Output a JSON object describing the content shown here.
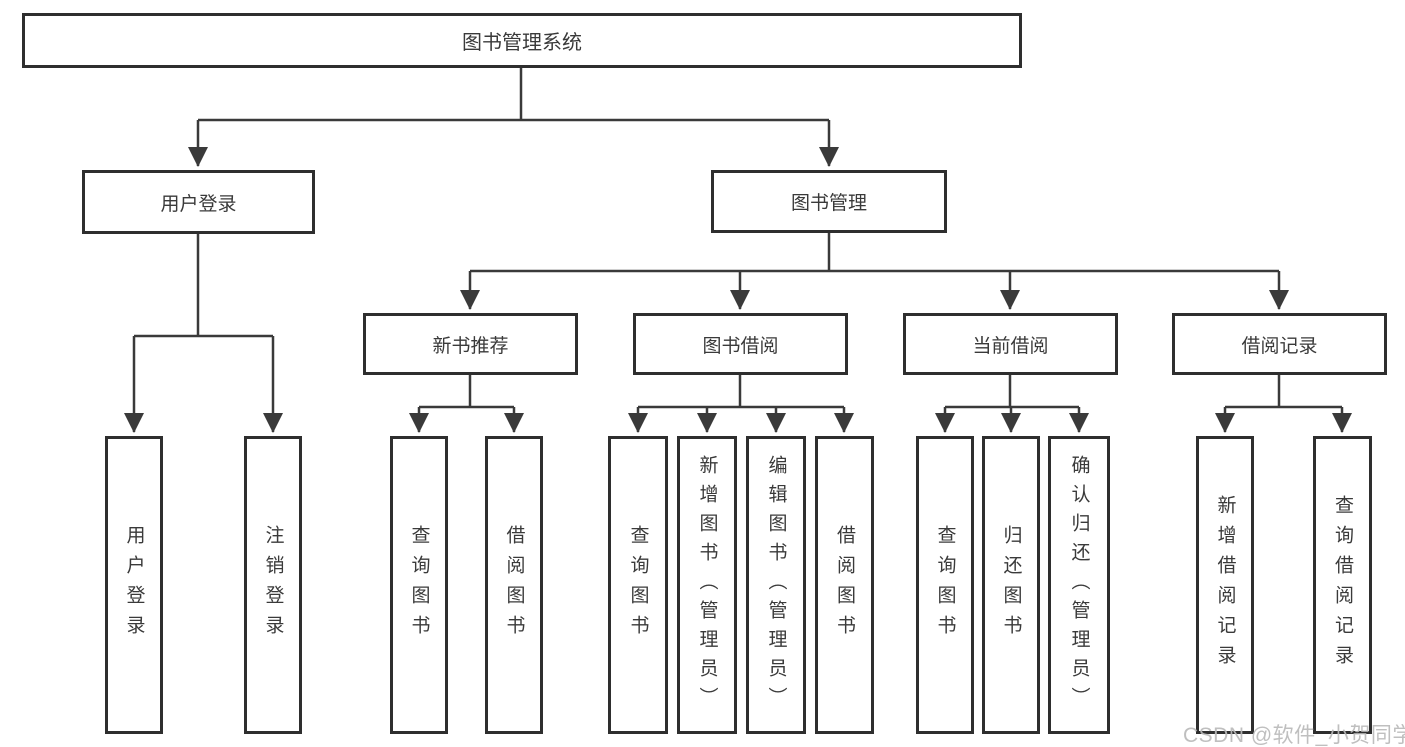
{
  "diagram": {
    "title": "图书管理系统",
    "watermark": "CSDN @软件_小贺同学",
    "colors": {
      "background": "#ffffff",
      "box_fill": "#ffffff",
      "box_border": "#2e2e2e",
      "line": "#3a3a3a",
      "text": "#3a3a3a",
      "watermark": "#bababa"
    },
    "tree": {
      "root": {
        "label": "图书管理系统",
        "children": [
          {
            "label": "用户登录",
            "children": [
              {
                "label": "用户登录"
              },
              {
                "label": "注销登录"
              }
            ]
          },
          {
            "label": "图书管理",
            "children": [
              {
                "label": "新书推荐",
                "children": [
                  {
                    "label": "查询图书"
                  },
                  {
                    "label": "借阅图书"
                  }
                ]
              },
              {
                "label": "图书借阅",
                "children": [
                  {
                    "label": "查询图书"
                  },
                  {
                    "label": "新增图书（管理员）"
                  },
                  {
                    "label": "编辑图书（管理员）"
                  },
                  {
                    "label": "借阅图书"
                  }
                ]
              },
              {
                "label": "当前借阅",
                "children": [
                  {
                    "label": "查询图书"
                  },
                  {
                    "label": "归还图书"
                  },
                  {
                    "label": "确认归还（管理员）"
                  }
                ]
              },
              {
                "label": "借阅记录",
                "children": [
                  {
                    "label": "新增借阅记录"
                  },
                  {
                    "label": "查询借阅记录"
                  }
                ]
              }
            ]
          }
        ]
      }
    }
  }
}
